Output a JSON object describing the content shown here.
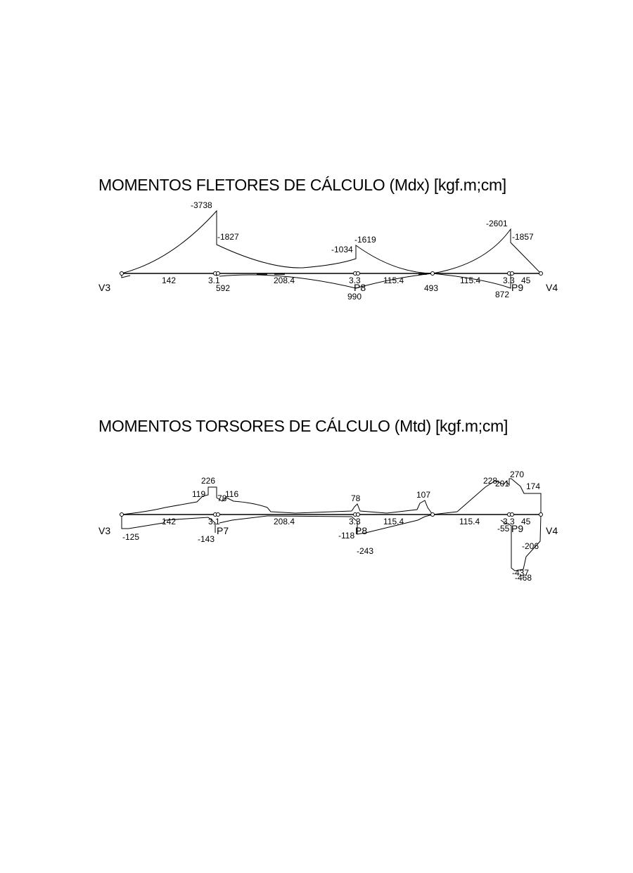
{
  "bending": {
    "title": "MOMENTOS FLETORES DE CÁLCULO (Mdx) [kgf.m;cm]",
    "supports": {
      "left": "V3",
      "right": "V4",
      "p8": "P8",
      "p9": "P9"
    },
    "spans": {
      "s1": "142",
      "s2": "3.1",
      "s3": "208.4",
      "s4": "3.3",
      "s5": "115.4",
      "s6": "115.4",
      "s7": "3.3",
      "s8": "45"
    },
    "values": {
      "m1": "-3738",
      "m2": "-1827",
      "m3": "-1034",
      "m4": "-1619",
      "m5": "-2601",
      "m6": "-1857",
      "m7": "990",
      "m8": "493",
      "m9": "872",
      "m10": "592"
    }
  },
  "torsion": {
    "title": "MOMENTOS TORSORES DE CÁLCULO (Mtd) [kgf.m;cm]",
    "supports": {
      "left": "V3",
      "right": "V4",
      "p7": "P7",
      "p8": "P8",
      "p9": "P9"
    },
    "spans": {
      "s1": "142",
      "s2": "3.1",
      "s3": "208.4",
      "s4": "3.3",
      "s5": "115.4",
      "s6": "115.4",
      "s7": "3.3",
      "s8": "45"
    },
    "values": {
      "t1": "226",
      "t2": "119",
      "t3": "78",
      "t4": "116",
      "t5": "78",
      "t6": "107",
      "t7": "228",
      "t8": "201",
      "t9": "270",
      "t10": "174",
      "t11": "-125",
      "t12": "-143",
      "t13": "-118",
      "t14": "-243",
      "t15": "-55",
      "t16": "-206",
      "t17": "-437",
      "t18": "-468"
    }
  }
}
